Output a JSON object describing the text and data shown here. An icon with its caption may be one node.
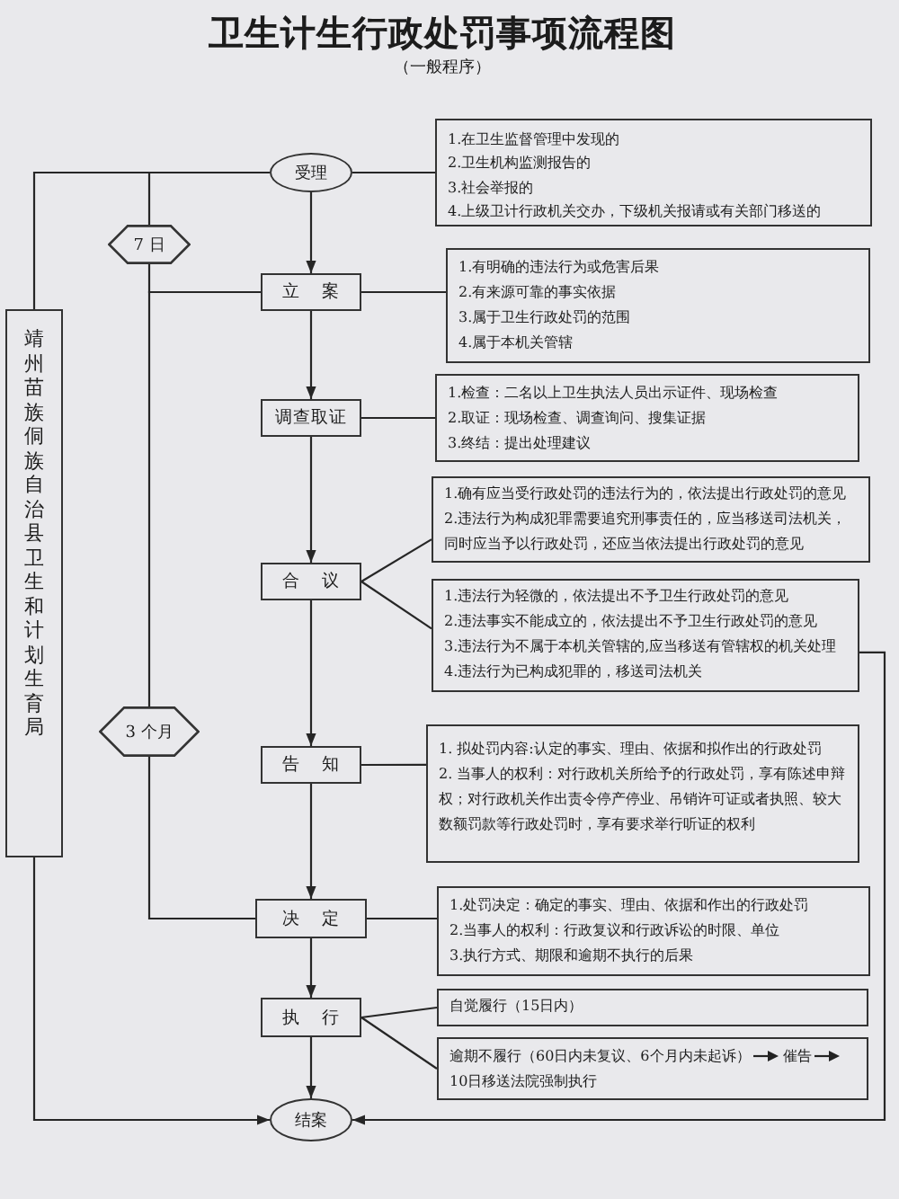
{
  "diagram": {
    "title": "卫生计生行政处罚事项流程图",
    "nodes": [
      {
        "text": [
          "受理"
        ]
      },
      {
        "text": [
          "1.在卫生监督管理中发现的",
          "2.卫生机构监测报告的",
          "3.社会举报的",
          "4.上级卫计行政机关交办，下级机关报请或有关部门移送的"
        ]
      },
      {
        "text": [
          "7 日"
        ]
      },
      {
        "text": [
          "立案"
        ]
      },
      {
        "text": [
          "1.有明确的违法行为或危害后果",
          "2.有来源可靠的事实依据",
          "3.属于卫生行政处罚的范围",
          "4.属于本机关管辖"
        ]
      },
      {
        "text": [
          "靖州苗族侗族自治县卫生和计划生育局"
        ]
      },
      {
        "text": [
          "调查取证"
        ]
      },
      {
        "text": [
          "1.检查：二名以上卫生执法人员出示证件、现场检查",
          "2.取证：现场检查、调查询问、搜集证据",
          "3.终结：提出处理建议"
        ]
      },
      {
        "text": [
          "合议"
        ]
      },
      {
        "text": [
          "1.确有应当受行政处罚的违法行为的，依法提出行政处罚的意见",
          "2.违法行为构成犯罪需要追究刑事责任的，应当移送司法机关，同时应当予以行政处罚，还应当依法提出行政处罚的意见"
        ]
      },
      {
        "text": [
          "1.违法行为轻微的，依法提出不予卫生行政处罚的意见",
          "2.违法事实不能成立的，依法提出不予卫生行政处罚的意见",
          "3.违法行为不属于本机关管辖的,应当移送有管辖权的机关处理",
          "4.违法行为已构成犯罪的，移送司法机关"
        ]
      },
      {
        "text": [
          "3 个月"
        ]
      },
      {
        "text": [
          "告知"
        ]
      },
      {
        "text": [
          "1. 拟处罚内容:认定的事实、理由、依据和拟作出的行政处罚",
          "2. 当事人的权利：对行政机关所给予的行政处罚，享有陈述申辩权；对行政机关作出责令停产停业、吊销许可证或者执照、较大数额罚款等行政处罚时，享有要求举行听证的权利"
        ]
      },
      {
        "text": [
          "决定"
        ]
      },
      {
        "text": [
          "1.处罚决定：确定的事实、理由、依据和作出的行政处罚",
          "2.当事人的权利：行政复议和行政诉讼的时限、单位",
          "3.执行方式、期限和逾期不执行的后果"
        ]
      },
      {
        "text": [
          "执行"
        ]
      },
      {
        "text": [
          "自觉履行（15日内）"
        ]
      },
      {
        "text": [
          "逾期不履行（60日内未复议、6个月内未起诉）",
          "催告",
          "10日移送法院强制执行"
        ]
      },
      {
        "text": [
          "结案"
        ]
      }
    ],
    "edges": [
      {
        "from": 0,
        "to": 1,
        "arrow": "none"
      },
      {
        "from": 0,
        "to": 3,
        "arrow": "to"
      },
      {
        "from": 0,
        "to": 2,
        "arrow": "none"
      },
      {
        "from": 0,
        "to": 5,
        "arrow": "none"
      },
      {
        "from": 2,
        "to": 3,
        "arrow": "none"
      },
      {
        "from": 3,
        "to": 4,
        "arrow": "none"
      },
      {
        "from": 3,
        "to": 6,
        "arrow": "to"
      },
      {
        "from": 3,
        "to": 11,
        "arrow": "none"
      },
      {
        "from": 6,
        "to": 7,
        "arrow": "none"
      },
      {
        "from": 6,
        "to": 8,
        "arrow": "to"
      },
      {
        "from": 8,
        "to": 9,
        "arrow": "none"
      },
      {
        "from": 8,
        "to": 10,
        "arrow": "none"
      },
      {
        "from": 8,
        "to": 12,
        "arrow": "to"
      },
      {
        "from": 10,
        "to": 19,
        "arrow": "to"
      },
      {
        "from": 11,
        "to": 14,
        "arrow": "none"
      },
      {
        "from": 12,
        "to": 13,
        "arrow": "none"
      },
      {
        "from": 12,
        "to": 14,
        "arrow": "to"
      },
      {
        "from": 14,
        "to": 15,
        "arrow": "none"
      },
      {
        "from": 14,
        "to": 16,
        "arrow": "to"
      },
      {
        "from": 5,
        "to": 19,
        "arrow": "to"
      },
      {
        "from": 16,
        "to": 17,
        "arrow": "none"
      },
      {
        "from": 16,
        "to": 18,
        "arrow": "none"
      },
      {
        "from": 16,
        "to": 19,
        "arrow": "to"
      }
    ],
    "labels": [
      "（一般程序）"
    ]
  }
}
